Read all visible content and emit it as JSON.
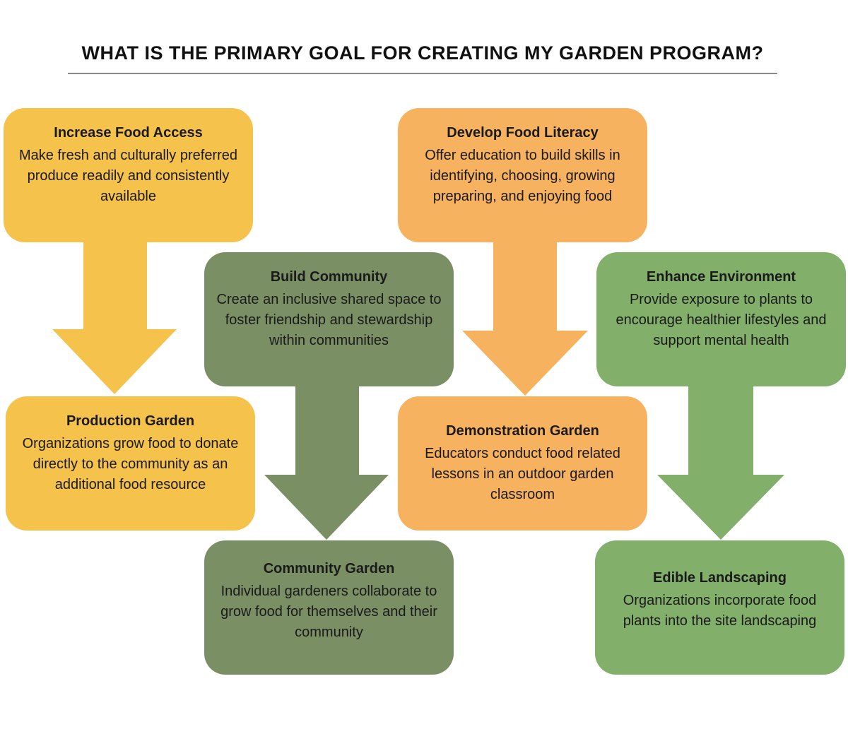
{
  "title": "WHAT IS THE PRIMARY GOAL FOR CREATING MY GARDEN PROGRAM?",
  "colors": {
    "yellow": "#f5c24c",
    "orange": "#f6b25e",
    "dark_green": "#7b8f65",
    "light_green": "#82af69"
  },
  "goals": {
    "food_access": {
      "heading": "Increase Food Access",
      "description": "Make fresh and culturally preferred produce readily and consistently available"
    },
    "food_literacy": {
      "heading": "Develop Food Literacy",
      "description": "Offer education to build skills in identifying, choosing, growing preparing, and enjoying food"
    },
    "community": {
      "heading": "Build Community",
      "description": "Create an inclusive shared space to foster friendship and stewardship within communities"
    },
    "environment": {
      "heading": "Enhance Environment",
      "description": "Provide exposure to plants to encourage healthier lifestyles and support mental health"
    }
  },
  "gardens": {
    "production": {
      "heading": "Production Garden",
      "description": "Organizations grow food to donate directly to the community as an additional food resource"
    },
    "demonstration": {
      "heading": "Demonstration Garden",
      "description": "Educators conduct food related lessons in an outdoor garden classroom"
    },
    "community": {
      "heading": "Community Garden",
      "description": "Individual gardeners collaborate to grow food for themselves and their community"
    },
    "edible": {
      "heading": "Edible Landscaping",
      "description": "Organizations incorporate food plants into the site landscaping"
    }
  }
}
